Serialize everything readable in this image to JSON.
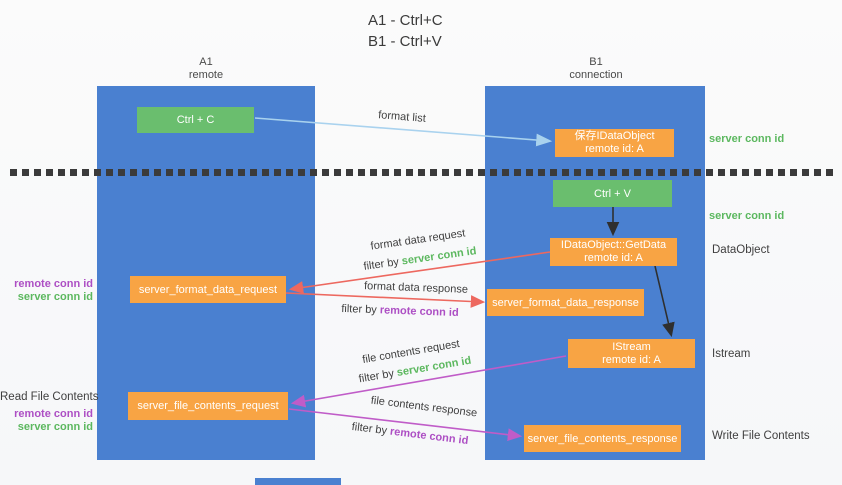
{
  "title": {
    "line1": "A1 - Ctrl+C",
    "line2": "B1 - Ctrl+V"
  },
  "lanes": {
    "left": {
      "name": "A1",
      "role": "remote"
    },
    "right": {
      "name": "B1",
      "role": "connection"
    }
  },
  "nodes": {
    "ctrl_c": "Ctrl + C",
    "ctrl_v": "Ctrl + V",
    "save_dataobject": {
      "line1": "保存IDataObject",
      "line2": "remote id: A"
    },
    "getdata": {
      "line1": "IDataObject::GetData",
      "line2": "remote id: A"
    },
    "istream": {
      "line1": "IStream",
      "line2": "remote id: A"
    },
    "format_request": "server_format_data_request",
    "format_response": "server_format_data_response",
    "file_request": "server_file_contents_request",
    "file_response": "server_file_contents_response"
  },
  "arrow_labels": {
    "format_list": "format list",
    "format_data_request": "format data request",
    "format_data_response": "format data response",
    "file_contents_request": "file contents request",
    "file_contents_response": "file contents response",
    "filter_prefix": "filter by",
    "server_conn_id": "server conn id",
    "remote_conn_id": "remote conn id"
  },
  "side_labels": {
    "server_conn_id": "server conn id",
    "remote_conn_id": "remote conn id",
    "dataobject": "DataObject",
    "istream": "Istream",
    "read_file_contents": "Read File Contents",
    "write_file_contents": "Write File Contents"
  },
  "colors": {
    "lane_blue": "#4a80d0",
    "node_green": "#6abe6e",
    "node_orange": "#f8a444",
    "arrow_light_blue": "#a9d2ee",
    "arrow_red": "#ed685f",
    "arrow_magenta": "#c05cc8",
    "arrow_black": "#2f2f2f",
    "text_green": "#5cb85f",
    "text_purple": "#ad4fc4",
    "text_dark": "#3f3f3f"
  }
}
